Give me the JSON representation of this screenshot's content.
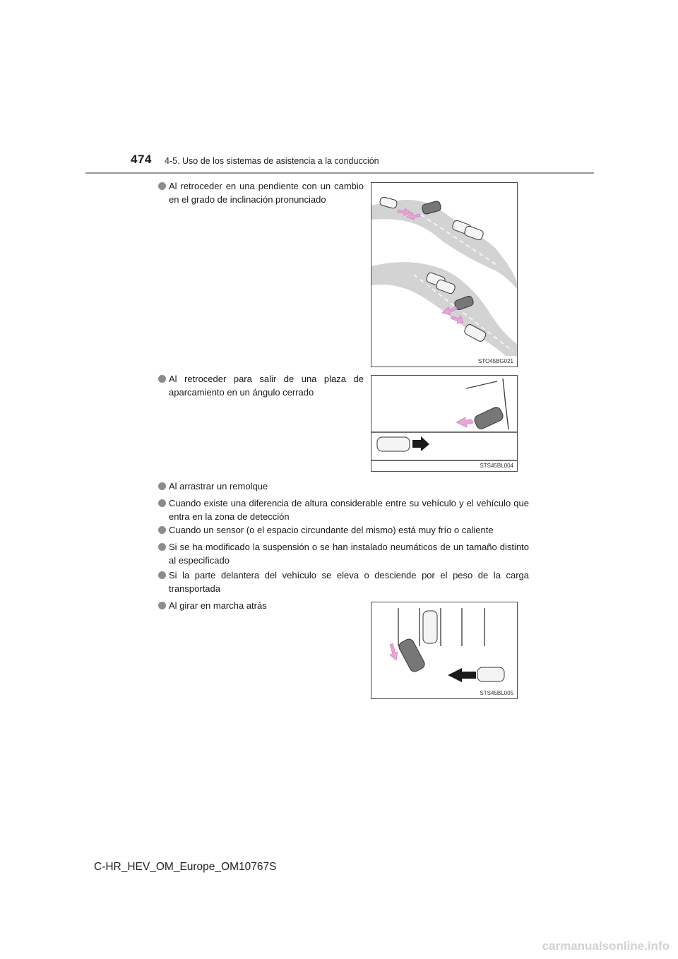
{
  "header": {
    "page_number": "474",
    "section_title": "4-5. Uso de los sistemas de asistencia a la conducción"
  },
  "items": [
    "Al retroceder en una pendiente con un cambio en el grado de inclinación pronunciado",
    "Al retroceder para salir de una plaza de aparcamiento en un ángulo cerrado",
    "Al arrastrar un remolque",
    "Cuando existe una diferencia de altura considerable entre su vehículo y el vehículo que entra en la zona de detección",
    "Cuando un sensor (o el espacio circundante del mismo) está muy frío o caliente",
    "Si se ha modificado la suspensión o se han instalado neumáticos de un tamaño distinto al especificado",
    "Si la parte delantera del vehículo se eleva o desciende por el peso de la carga transportada",
    "Al girar en marcha atrás"
  ],
  "figures": [
    {
      "code": "STO45BG021",
      "icon": "slope-reversing-illustration"
    },
    {
      "code": "STS45BL004",
      "icon": "angled-parking-exit-illustration"
    },
    {
      "code": "STS45BL005",
      "icon": "reverse-turning-illustration"
    }
  ],
  "footer": {
    "doc_id": "C-HR_HEV_OM_Europe_OM10767S",
    "watermark": "carmanualsonline.info"
  },
  "colors": {
    "arrow_pink": "#e7a5d8",
    "bullet_gray": "#8c8c8c",
    "road_gray": "#d3d3d3"
  }
}
